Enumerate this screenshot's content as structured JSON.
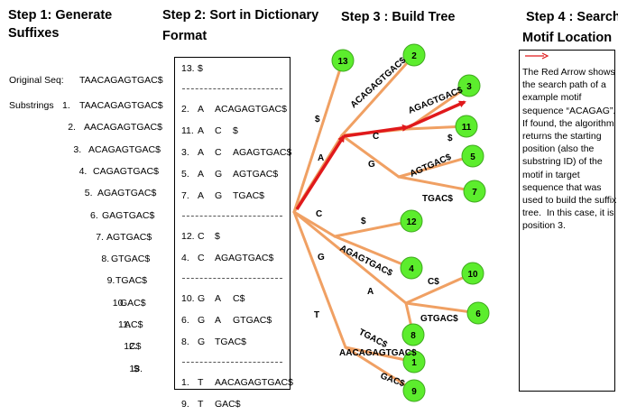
{
  "step1": {
    "title": "Step 1: Generate Suffixes",
    "title_line1": "Step 1: Generate",
    "title_line2": "Suffixes",
    "original_label": "Original Seq:",
    "original_value": "TAACAGAGTGAC$",
    "substrings_label": "Substrings",
    "substrings": [
      {
        "n": "1.",
        "s": "TAACAGAGTGAC$"
      },
      {
        "n": "2.",
        "s": "AACAGAGTGAC$"
      },
      {
        "n": "3.",
        "s": "ACAGAGTGAC$"
      },
      {
        "n": "4.",
        "s": "CAGAGTGAC$"
      },
      {
        "n": "5.",
        "s": "AGAGTGAC$"
      },
      {
        "n": "6.",
        "s": "GAGTGAC$"
      },
      {
        "n": "7.",
        "s": "AGTGAC$"
      },
      {
        "n": "8.",
        "s": "GTGAC$"
      },
      {
        "n": "9.",
        "s": "TGAC$"
      },
      {
        "n": "10.",
        "s": "GAC$"
      },
      {
        "n": "11.",
        "s": "AC$"
      },
      {
        "n": "12.",
        "s": "C$"
      },
      {
        "n": "13.",
        "s": "$"
      }
    ]
  },
  "step2": {
    "title_line1": "Step 2: Sort in Dictionary",
    "title_line2": "Format",
    "groups": [
      [
        {
          "n": "13.",
          "a": "$",
          "b": "",
          "c": ""
        }
      ],
      [
        {
          "n": "2.",
          "a": "A",
          "b": "ACAGAGTGAC$",
          "c": ""
        },
        {
          "n": "11.",
          "a": "A",
          "b": "C",
          "c": "$"
        },
        {
          "n": "3.",
          "a": "A",
          "b": "C",
          "c": "AGAGTGAC$"
        },
        {
          "n": "5.",
          "a": "A",
          "b": "G",
          "c": "AGTGAC$"
        },
        {
          "n": "7.",
          "a": "A",
          "b": "G",
          "c": "TGAC$"
        }
      ],
      [
        {
          "n": "12.",
          "a": "C",
          "b": "$",
          "c": ""
        },
        {
          "n": "4.",
          "a": "C",
          "b": "AGAGTGAC$",
          "c": ""
        }
      ],
      [
        {
          "n": "10.",
          "a": "G",
          "b": "A",
          "c": "C$"
        },
        {
          "n": "6.",
          "a": "G",
          "b": "A",
          "c": "GTGAC$"
        },
        {
          "n": "8.",
          "a": "G",
          "b": "TGAC$",
          "c": ""
        }
      ],
      [
        {
          "n": "1.",
          "a": "T",
          "b": "AACAGAGTGAC$",
          "c": ""
        },
        {
          "n": "9.",
          "a": "T",
          "b": "GAC$",
          "c": ""
        }
      ]
    ]
  },
  "step3": {
    "title": "Step 3 : Build Tree",
    "colors": {
      "edge": "#f0a063",
      "path": "#e0191b",
      "leaf": "#5ced2d",
      "leaf_stroke": "#3faa1e"
    },
    "leaves": [
      "13",
      "2",
      "3",
      "11",
      "5",
      "7",
      "12",
      "4",
      "10",
      "6",
      "8",
      "1",
      "9"
    ],
    "edge_labels": {
      "e13": "$",
      "eA": "A",
      "eC": "C",
      "eG": "G",
      "eT": "T",
      "e2": "ACAGAGTGAC$",
      "eAC": "C",
      "e3": "AGAGTGAC$",
      "e11": "$",
      "eAG": "G",
      "e5": "AGTGAC$",
      "e7": "TGAC$",
      "e12": "$",
      "e4": "AGAGTGAC$",
      "eGA": "A",
      "e10": "C$",
      "e6": "GTGAC$",
      "e8": "TGAC$",
      "e1": "AACAGAGTGAC$",
      "e9": "GAC$"
    }
  },
  "step4": {
    "title_line1": "Step 4 : Search",
    "title_line2": "Motif Location",
    "text_lines": [
      "The Red Arrow shows",
      "the search path of a",
      "example motif",
      "sequence “ACAGAG”.",
      "If found, the algorithm",
      "returns the starting",
      "position (also the",
      "substring ID) of the",
      "motif in target",
      "sequence that was",
      "used to build the suffix",
      "tree.  In this case, it is",
      "position 3."
    ]
  }
}
